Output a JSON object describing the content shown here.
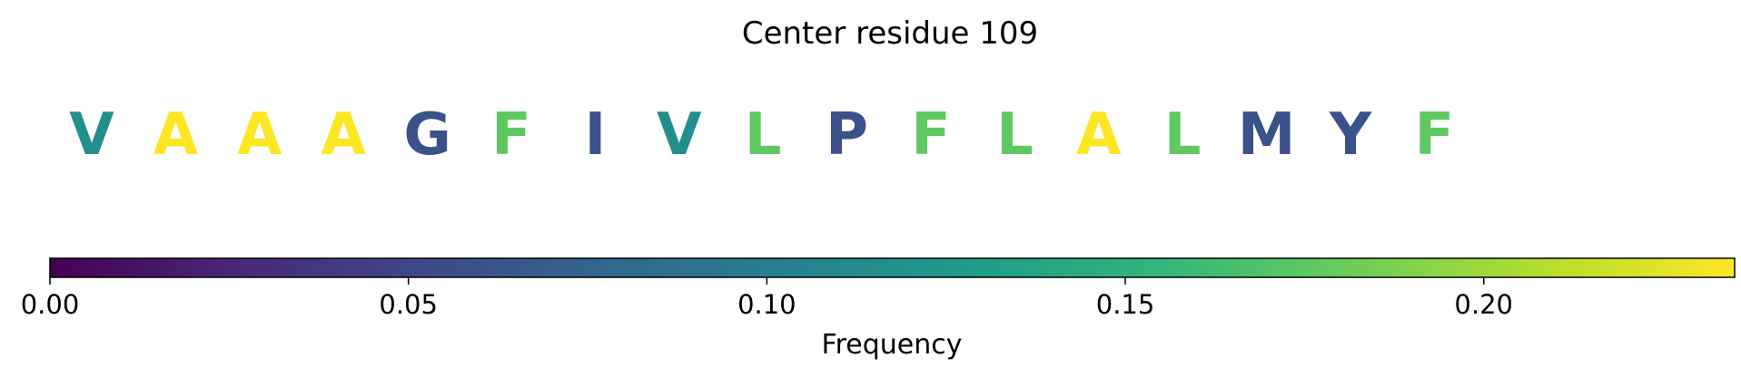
{
  "chart_data": {
    "type": "heatmap",
    "title": "Center residue 109",
    "residues": [
      {
        "letter": "V",
        "frequency": 0.117
      },
      {
        "letter": "A",
        "frequency": 0.235
      },
      {
        "letter": "A",
        "frequency": 0.235
      },
      {
        "letter": "A",
        "frequency": 0.235
      },
      {
        "letter": "G",
        "frequency": 0.059
      },
      {
        "letter": "F",
        "frequency": 0.176
      },
      {
        "letter": "I",
        "frequency": 0.059
      },
      {
        "letter": "V",
        "frequency": 0.117
      },
      {
        "letter": "L",
        "frequency": 0.176
      },
      {
        "letter": "P",
        "frequency": 0.059
      },
      {
        "letter": "F",
        "frequency": 0.176
      },
      {
        "letter": "L",
        "frequency": 0.176
      },
      {
        "letter": "A",
        "frequency": 0.235
      },
      {
        "letter": "L",
        "frequency": 0.176
      },
      {
        "letter": "M",
        "frequency": 0.059
      },
      {
        "letter": "Y",
        "frequency": 0.059
      },
      {
        "letter": "F",
        "frequency": 0.176
      }
    ],
    "colorbar": {
      "label": "Frequency",
      "range": [
        0,
        0.235
      ],
      "ticks": [
        0,
        0.05,
        0.1,
        0.15,
        0.2
      ],
      "tick_labels": [
        "0.00",
        "0.05",
        "0.10",
        "0.15",
        "0.20"
      ],
      "colormap": [
        "#440154",
        "#482878",
        "#3e4989",
        "#31688e",
        "#26828e",
        "#1f9e89",
        "#35b779",
        "#6ece58",
        "#b5de2b",
        "#fde725"
      ]
    }
  }
}
